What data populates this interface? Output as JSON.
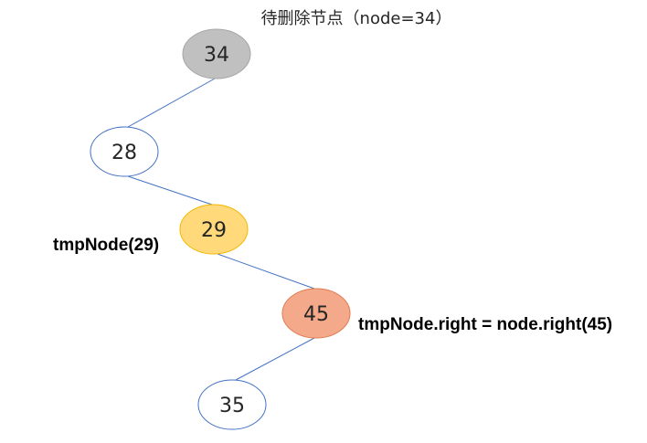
{
  "title": "待删除节点（node=34）",
  "annotations": {
    "tmp_node": "tmpNode(29)",
    "right_assign": "tmpNode.right = node.right(45)"
  },
  "nodes": [
    {
      "id": "n34",
      "label": "34",
      "style": "gray"
    },
    {
      "id": "n28",
      "label": "28",
      "style": "plain"
    },
    {
      "id": "n29",
      "label": "29",
      "style": "yellow"
    },
    {
      "id": "n45",
      "label": "45",
      "style": "orange"
    },
    {
      "id": "n35",
      "label": "35",
      "style": "plain"
    }
  ],
  "edges": [
    {
      "from": "n34",
      "to": "n28"
    },
    {
      "from": "n28",
      "to": "n29"
    },
    {
      "from": "n29",
      "to": "n45"
    },
    {
      "from": "n45",
      "to": "n35"
    }
  ],
  "colors": {
    "edge": "#4472c4",
    "plain_fill": "#ffffff",
    "plain_stroke": "#4472c4",
    "gray_fill": "#c0c0c0",
    "gray_stroke": "#a6a6a6",
    "yellow_fill": "#ffd97a",
    "yellow_stroke": "#f2b800",
    "orange_fill": "#f4a98a",
    "orange_stroke": "#e07b52",
    "node_text": "#262626"
  }
}
